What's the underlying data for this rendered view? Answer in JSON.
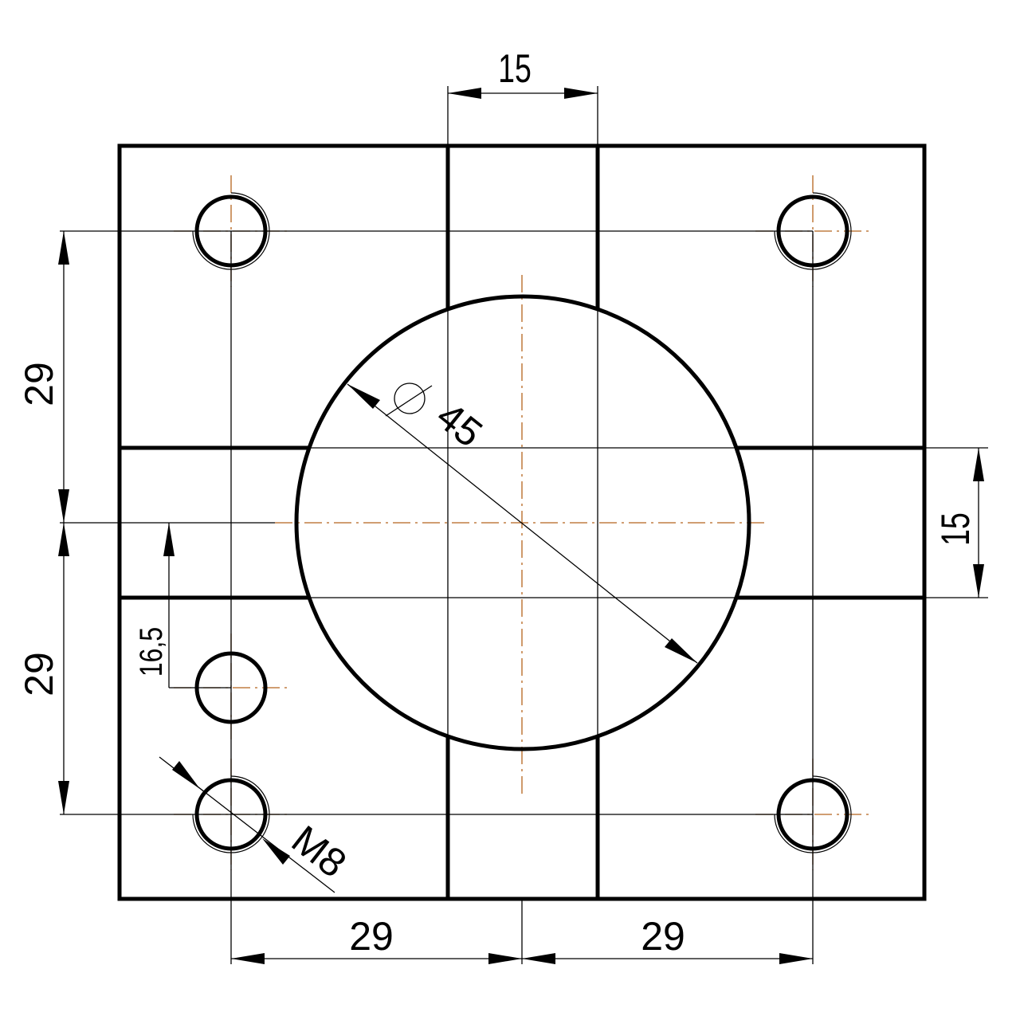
{
  "drawing": {
    "dimensions": {
      "top_slot_width": "15",
      "right_slot_width": "15",
      "left_upper": "29",
      "left_lower": "29",
      "bottom_left": "29",
      "bottom_right": "29",
      "inner_offset": "16,5",
      "circle_diameter": "45",
      "thread": "M8"
    },
    "colors": {
      "outline": "#000000",
      "centerline": "#b5651d"
    }
  }
}
